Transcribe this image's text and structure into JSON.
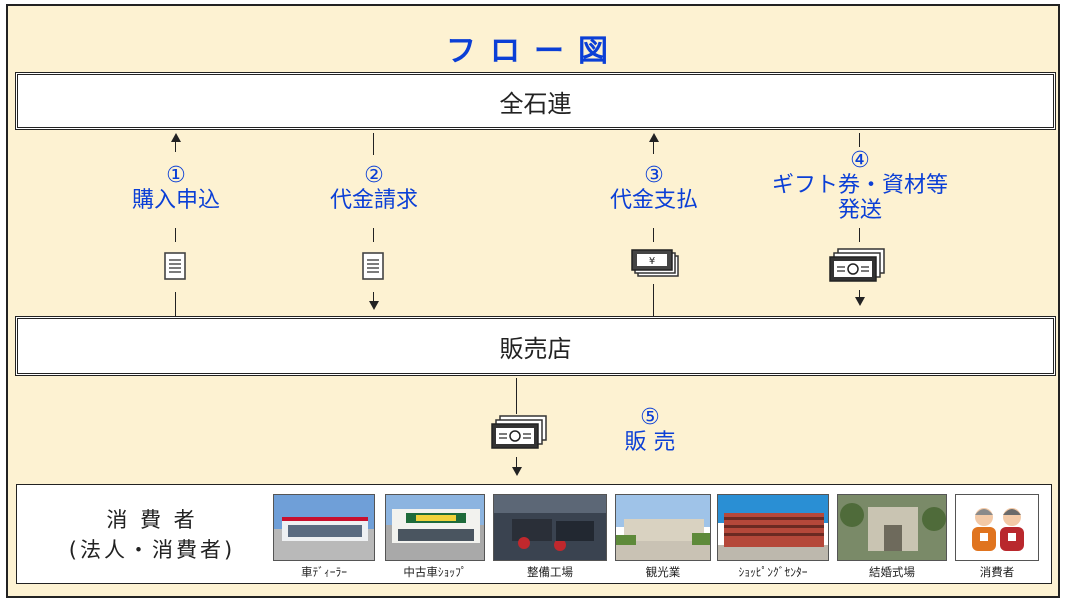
{
  "title": "フロー図",
  "top_box": "全石連",
  "middle_box": "販売店",
  "steps": [
    {
      "num": "①",
      "label": "購入申込"
    },
    {
      "num": "②",
      "label": "代金請求"
    },
    {
      "num": "③",
      "label": "代金支払"
    },
    {
      "num": "④",
      "label_line1": "ギフト券・資材等",
      "label_line2": "発送"
    },
    {
      "num": "⑤",
      "label": "販 売"
    }
  ],
  "consumers": {
    "label_line1": "消 費 者",
    "label_line2": "(法人・消費者)",
    "photos": [
      {
        "label": "車ﾃﾞｨｰﾗｰ"
      },
      {
        "label": "中古車ｼｮｯﾌﾟ"
      },
      {
        "label": "整備工場"
      },
      {
        "label": "観光業"
      },
      {
        "label": "ｼｮｯﾋﾟﾝｸﾞｾﾝﾀｰ"
      },
      {
        "label": "結婚式場"
      },
      {
        "label": "消費者"
      }
    ]
  },
  "colors": {
    "accent": "#0b3fd6",
    "background": "#fdf2d2"
  }
}
